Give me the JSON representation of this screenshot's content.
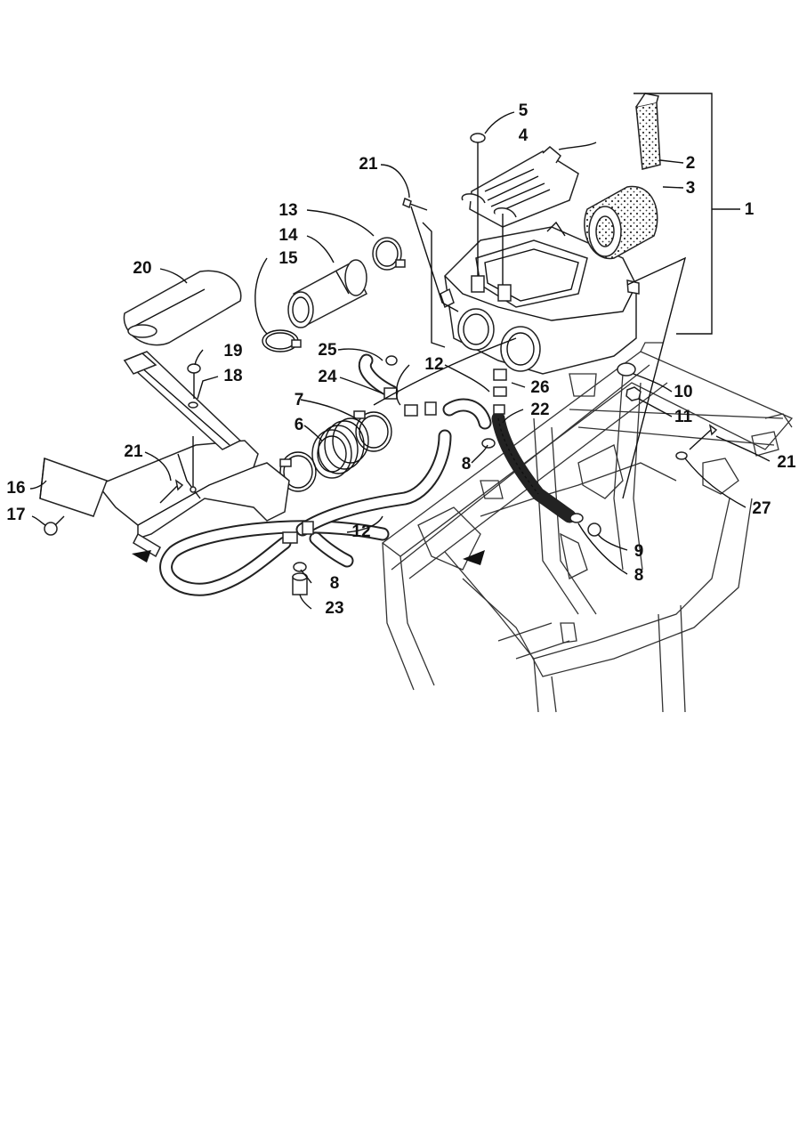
{
  "callouts": [
    "1",
    "2",
    "3",
    "4",
    "5",
    "6",
    "7",
    "8",
    "8",
    "8",
    "8",
    "9",
    "10",
    "11",
    "12",
    "12",
    "12",
    "13",
    "14",
    "15",
    "16",
    "17",
    "18",
    "19",
    "20",
    "21",
    "21",
    "21",
    "22",
    "23",
    "24",
    "25",
    "26",
    "27"
  ]
}
